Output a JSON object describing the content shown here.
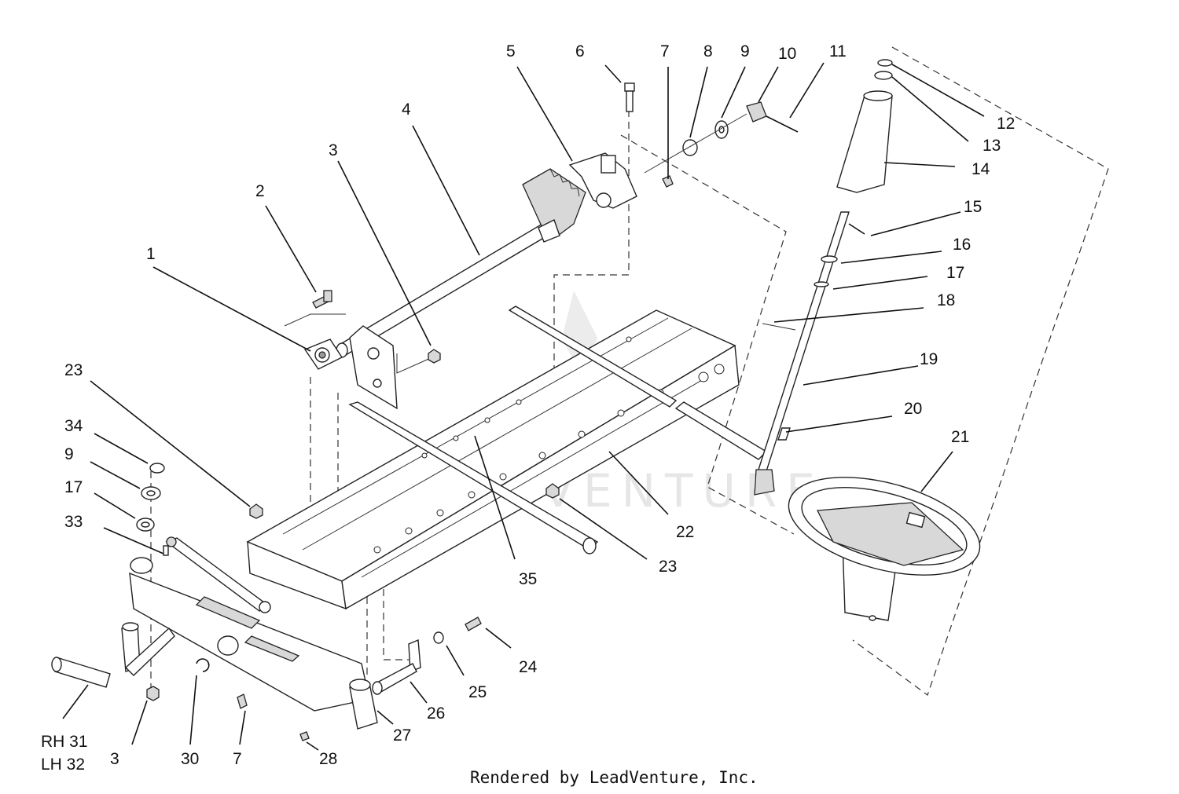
{
  "callouts": [
    {
      "id": "c1",
      "text": "1"
    },
    {
      "id": "c2",
      "text": "2"
    },
    {
      "id": "c3a",
      "text": "3"
    },
    {
      "id": "c3b",
      "text": "3"
    },
    {
      "id": "c4",
      "text": "4"
    },
    {
      "id": "c5",
      "text": "5"
    },
    {
      "id": "c6",
      "text": "6"
    },
    {
      "id": "c7a",
      "text": "7"
    },
    {
      "id": "c7b",
      "text": "7"
    },
    {
      "id": "c8",
      "text": "8"
    },
    {
      "id": "c9a",
      "text": "9"
    },
    {
      "id": "c9b",
      "text": "9"
    },
    {
      "id": "c10",
      "text": "10"
    },
    {
      "id": "c11",
      "text": "11"
    },
    {
      "id": "c12",
      "text": "12"
    },
    {
      "id": "c13",
      "text": "13"
    },
    {
      "id": "c14",
      "text": "14"
    },
    {
      "id": "c15",
      "text": "15"
    },
    {
      "id": "c16",
      "text": "16"
    },
    {
      "id": "c17a",
      "text": "17"
    },
    {
      "id": "c17b",
      "text": "17"
    },
    {
      "id": "c18",
      "text": "18"
    },
    {
      "id": "c19",
      "text": "19"
    },
    {
      "id": "c20",
      "text": "20"
    },
    {
      "id": "c21",
      "text": "21"
    },
    {
      "id": "c22",
      "text": "22"
    },
    {
      "id": "c23a",
      "text": "23"
    },
    {
      "id": "c23b",
      "text": "23"
    },
    {
      "id": "c24",
      "text": "24"
    },
    {
      "id": "c25",
      "text": "25"
    },
    {
      "id": "c26",
      "text": "26"
    },
    {
      "id": "c27",
      "text": "27"
    },
    {
      "id": "c28",
      "text": "28"
    },
    {
      "id": "c30",
      "text": "30"
    },
    {
      "id": "c33",
      "text": "33"
    },
    {
      "id": "c34",
      "text": "34"
    },
    {
      "id": "c35",
      "text": "35"
    },
    {
      "id": "c31",
      "text": "RH 31"
    },
    {
      "id": "c32",
      "text": "LH 32"
    }
  ],
  "watermark": "LEADVENTURE",
  "credit": "Rendered by LeadVenture, Inc."
}
